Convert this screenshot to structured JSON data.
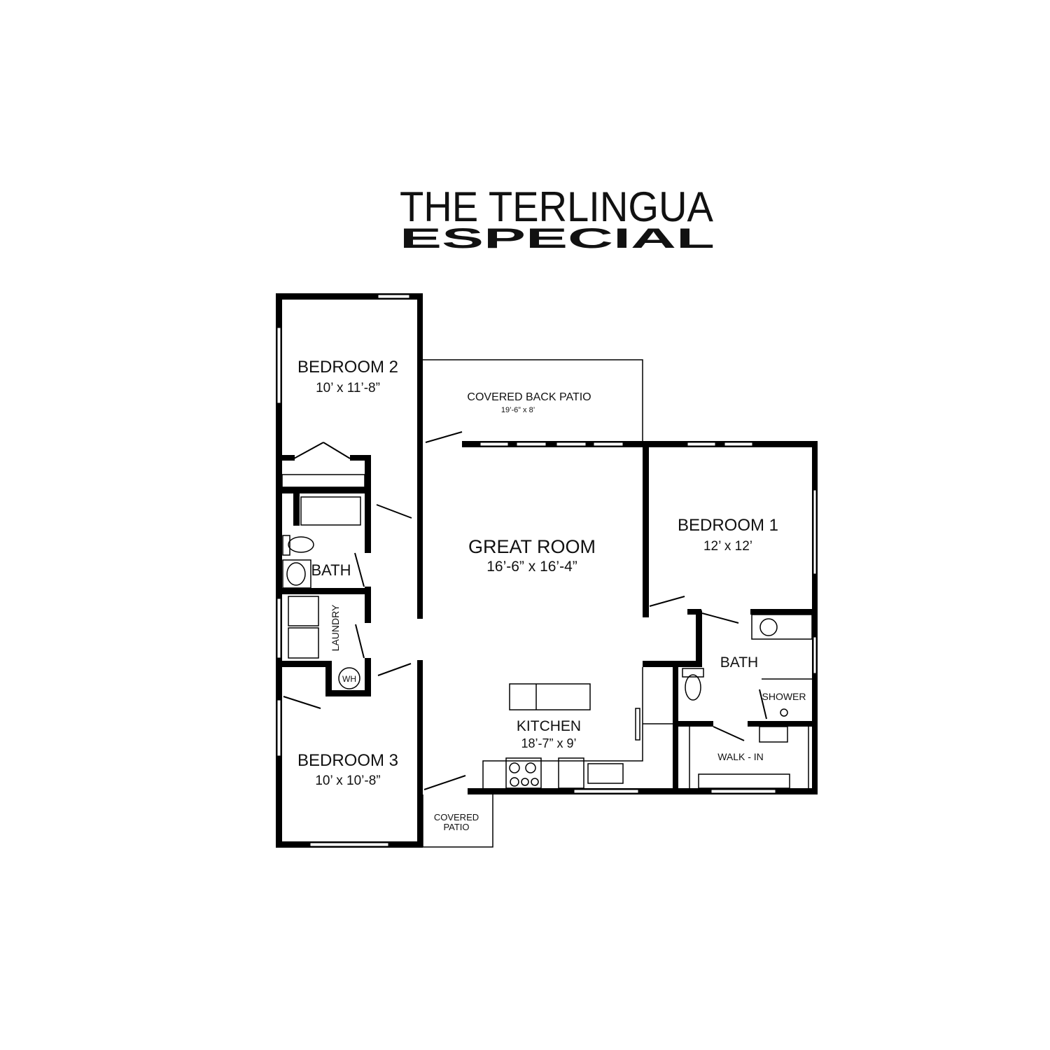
{
  "title": {
    "line1": "THE TERLINGUA",
    "line2": "ESPECIAL"
  },
  "rooms": {
    "bedroom2": {
      "name": "BEDROOM 2",
      "size": "10’ x 11’-8”"
    },
    "back_patio": {
      "name": "COVERED BACK PATIO",
      "size": "19’-6” x 8’"
    },
    "great_room": {
      "name": "GREAT ROOM",
      "size": "16’-6” x 16’-4”"
    },
    "bedroom1": {
      "name": "BEDROOM 1",
      "size": "12’ x 12’"
    },
    "bath_left": {
      "name": "BATH"
    },
    "laundry": {
      "name": "LAUNDRY"
    },
    "water_heater": {
      "name": "WH"
    },
    "bath_master": {
      "name": "BATH"
    },
    "shower": {
      "name": "SHOWER"
    },
    "walk_in": {
      "name": "WALK - IN"
    },
    "kitchen": {
      "name": "KITCHEN",
      "size": "18’-7” x 9’"
    },
    "bedroom3": {
      "name": "BEDROOM 3",
      "size": "10’ x 10’-8”"
    },
    "covered_patio": {
      "line1": "COVERED",
      "line2": "PATIO"
    }
  }
}
